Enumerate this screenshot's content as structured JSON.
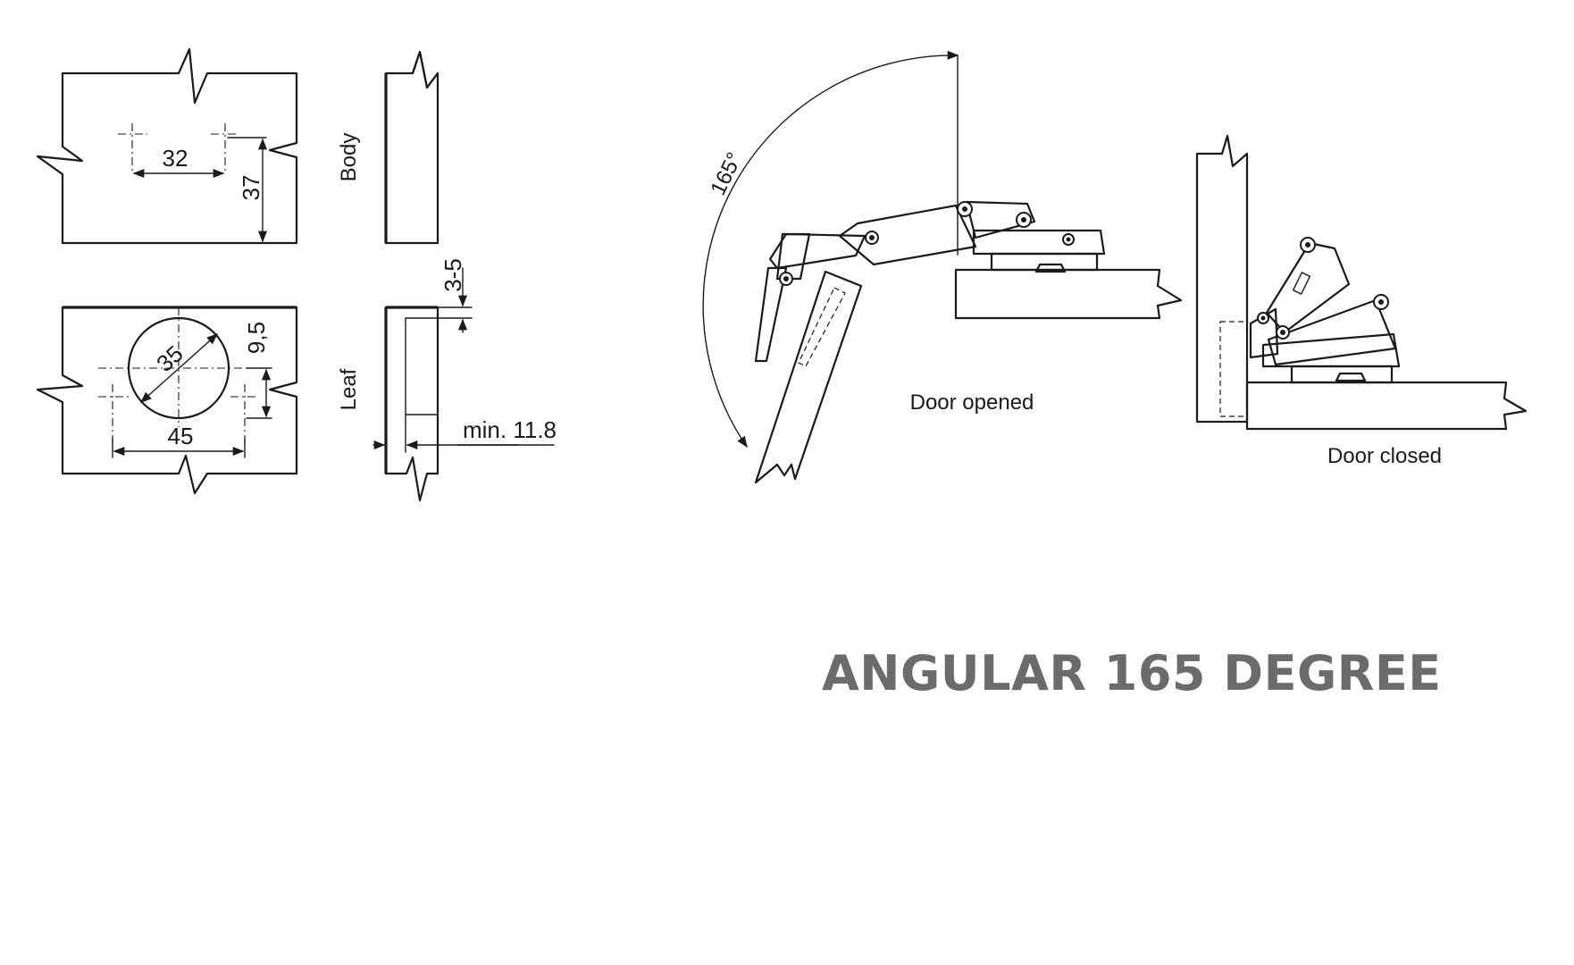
{
  "title": "ANGULAR 165 DEGREE",
  "drilling": {
    "body_view_label": "Body",
    "leaf_view_label": "Leaf",
    "dim_32": "32",
    "dim_37": "37",
    "dim_35": "35",
    "dim_9_5": "9,5",
    "dim_45": "45",
    "dim_3_5": "3-5",
    "dim_min_11_8": "min. 11.8"
  },
  "hinge": {
    "angle_label": "165°",
    "door_opened_label": "Door opened",
    "door_closed_label": "Door closed"
  },
  "colors": {
    "ink": "#1a1a1a",
    "title": "#6b6b6b",
    "background": "#ffffff"
  }
}
